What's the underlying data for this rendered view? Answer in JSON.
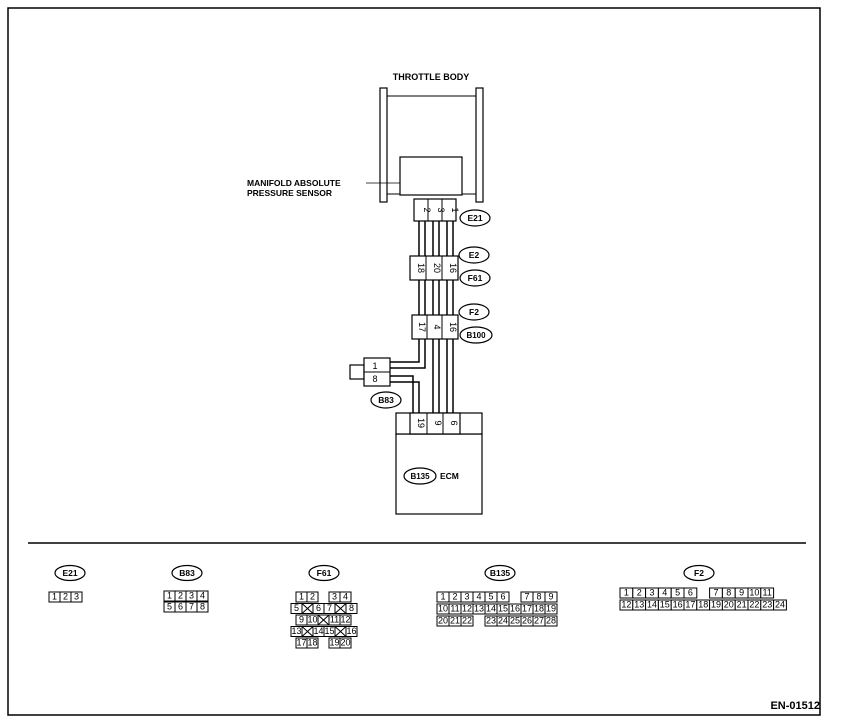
{
  "components": {
    "throttle_body": "THROTTLE BODY",
    "sensor_line1": "MANIFOLD ABSOLUTE",
    "sensor_line2": "PRESSURE SENSOR",
    "ecm": "ECM"
  },
  "connector_tags": {
    "e21": "E21",
    "e2": "E2",
    "f61": "F61",
    "f2": "F2",
    "b100": "B100",
    "b83": "B83",
    "b135": "B135"
  },
  "pins": {
    "e21": [
      "2",
      "3",
      "1"
    ],
    "f61": [
      "18",
      "20",
      "16"
    ],
    "b100": [
      "17",
      "4",
      "16"
    ],
    "b83_side": [
      "1",
      "8"
    ],
    "b135": [
      "19",
      "9",
      "6"
    ]
  },
  "legend": {
    "e21": {
      "tag": "E21",
      "row1": [
        "1",
        "2",
        "3"
      ]
    },
    "b83": {
      "tag": "B83",
      "row1": [
        "1",
        "2",
        "3",
        "4"
      ],
      "row2": [
        "5",
        "6",
        "7",
        "8"
      ]
    },
    "f61": {
      "tag": "F61",
      "rows": [
        [
          "1",
          "2",
          "",
          "3",
          "4"
        ],
        [
          "5",
          "X",
          "6",
          "7",
          "X",
          "8"
        ],
        [
          "9",
          "10",
          "X",
          "11",
          "12"
        ],
        [
          "13",
          "X",
          "14",
          "15",
          "X",
          "16"
        ],
        [
          "17",
          "18",
          "",
          "19",
          "20"
        ]
      ]
    },
    "b135": {
      "tag": "B135",
      "row1": [
        "1",
        "2",
        "3",
        "4",
        "5",
        "6",
        "",
        "7",
        "8",
        "9"
      ],
      "row2": [
        "10",
        "11",
        "12",
        "13",
        "14",
        "15",
        "16",
        "17",
        "18",
        "19"
      ],
      "row3": [
        "20",
        "21",
        "22",
        "",
        "23",
        "24",
        "25",
        "26",
        "27",
        "28"
      ]
    },
    "f2": {
      "tag": "F2",
      "row1": [
        "1",
        "2",
        "3",
        "4",
        "5",
        "6",
        "",
        "7",
        "8",
        "9",
        "10",
        "11"
      ],
      "row2": [
        "12",
        "13",
        "14",
        "15",
        "16",
        "17",
        "18",
        "19",
        "20",
        "21",
        "22",
        "23",
        "24"
      ]
    }
  },
  "footer": {
    "code": "EN-01512"
  }
}
